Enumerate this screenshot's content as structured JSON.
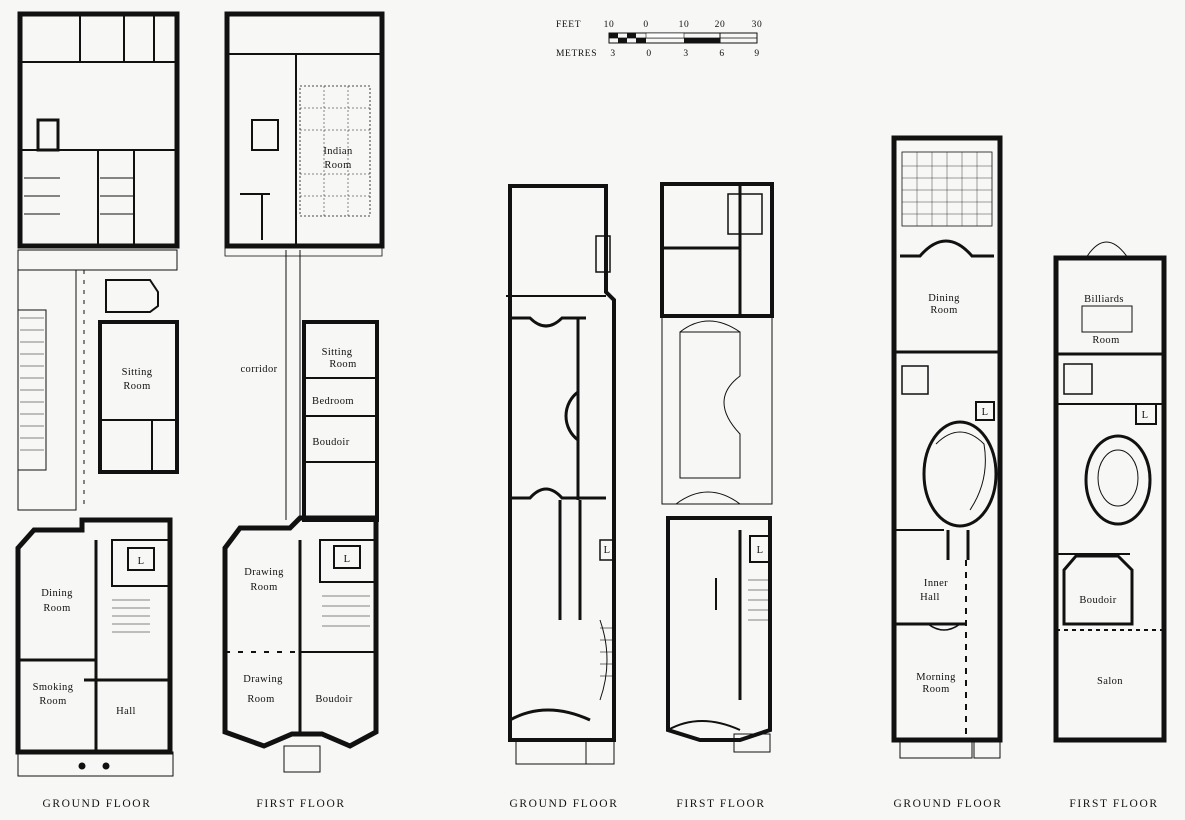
{
  "scale_bar": {
    "feet_label": "FEET",
    "metres_label": "METRES",
    "feet_ticks": [
      "10",
      "0",
      "10",
      "20",
      "30"
    ],
    "metres_ticks": [
      "3",
      "0",
      "3",
      "6",
      "9"
    ]
  },
  "plans": [
    {
      "caption": "GROUND FLOOR",
      "rooms": [
        {
          "name": "Sitting",
          "name2": "Room"
        },
        {
          "name": "Dining",
          "name2": "Room"
        },
        {
          "name": "Smoking",
          "name2": "Room"
        },
        {
          "name": "Hall",
          "name2": ""
        }
      ]
    },
    {
      "caption": "FIRST FLOOR",
      "rooms": [
        {
          "name": "Indian",
          "name2": "Room"
        },
        {
          "name": "corridor",
          "name2": ""
        },
        {
          "name": "Sitting",
          "name2": "Room"
        },
        {
          "name": "Bedroom",
          "name2": ""
        },
        {
          "name": "Boudoir",
          "name2": ""
        },
        {
          "name": "Drawing",
          "name2": "Room"
        },
        {
          "name": "Drawing",
          "name2": "Room"
        },
        {
          "name": "Boudoir",
          "name2": ""
        }
      ]
    },
    {
      "caption": "GROUND FLOOR",
      "rooms": []
    },
    {
      "caption": "FIRST FLOOR",
      "rooms": []
    },
    {
      "caption": "GROUND FLOOR",
      "rooms": [
        {
          "name": "Dining",
          "name2": "Room"
        },
        {
          "name": "Inner",
          "name2": "Hall"
        },
        {
          "name": "Morning",
          "name2": "Room"
        }
      ]
    },
    {
      "caption": "FIRST FLOOR",
      "rooms": [
        {
          "name": "Billiards",
          "name2": "Room"
        },
        {
          "name": "Boudoir",
          "name2": ""
        },
        {
          "name": "Salon",
          "name2": ""
        }
      ]
    }
  ],
  "lift_symbol": "L"
}
